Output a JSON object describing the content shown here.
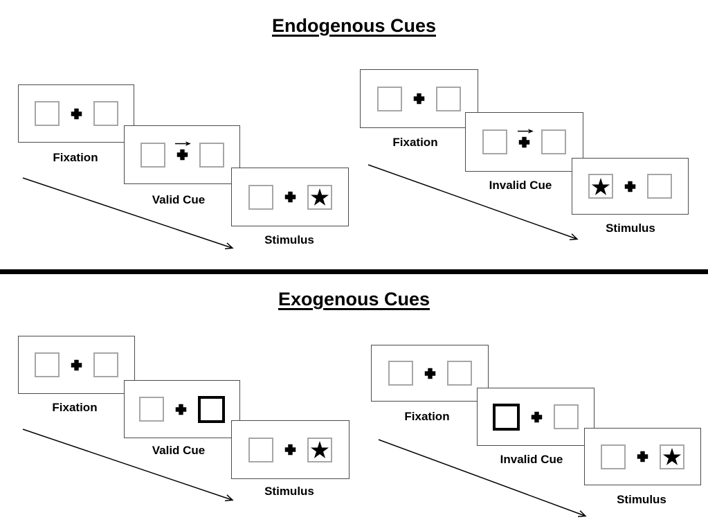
{
  "sections": [
    {
      "title": "Endogenous Cues",
      "sequences": [
        {
          "name": "valid",
          "cue_type": "central-right-arrow",
          "steps": [
            {
              "label": "Fixation"
            },
            {
              "label": "Valid Cue"
            },
            {
              "label": "Stimulus",
              "target_side": "right"
            }
          ]
        },
        {
          "name": "invalid",
          "cue_type": "central-right-arrow",
          "steps": [
            {
              "label": "Fixation"
            },
            {
              "label": "Invalid Cue"
            },
            {
              "label": "Stimulus",
              "target_side": "left"
            }
          ]
        }
      ]
    },
    {
      "title": "Exogenous Cues",
      "sequences": [
        {
          "name": "valid",
          "cue_type": "bold-box-right",
          "steps": [
            {
              "label": "Fixation"
            },
            {
              "label": "Valid Cue"
            },
            {
              "label": "Stimulus",
              "target_side": "right"
            }
          ]
        },
        {
          "name": "invalid",
          "cue_type": "bold-box-left",
          "steps": [
            {
              "label": "Fixation"
            },
            {
              "label": "Invalid Cue"
            },
            {
              "label": "Stimulus",
              "target_side": "right"
            }
          ]
        }
      ]
    }
  ],
  "icons": {
    "fixation_cross": "plus-icon",
    "endogenous_cue": "right-arrow-icon",
    "exogenous_cue": "bold-square",
    "target": "star-icon",
    "timeline": "diagonal-arrow-icon"
  },
  "colors": {
    "background": "#ffffff",
    "ink": "#000000",
    "panel_border": "#4a4a4a",
    "square_border": "#a6a6a6"
  }
}
